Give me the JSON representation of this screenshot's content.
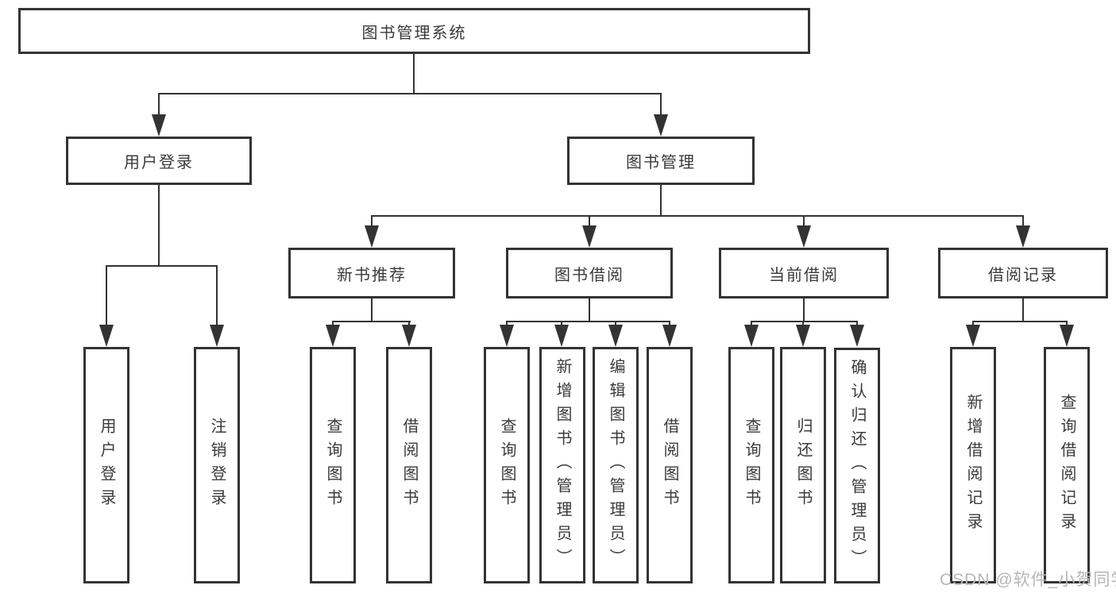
{
  "diagram_title": "图书管理系统",
  "tree": {
    "root": {
      "label": "图书管理系统"
    },
    "children": [
      {
        "label": "用户登录",
        "children": [
          {
            "label": "用户登录"
          },
          {
            "label": "注销登录"
          }
        ]
      },
      {
        "label": "图书管理",
        "children": [
          {
            "label": "新书推荐",
            "children": [
              {
                "label": "查询图书"
              },
              {
                "label": "借阅图书"
              }
            ]
          },
          {
            "label": "图书借阅",
            "children": [
              {
                "label": "查询图书"
              },
              {
                "label": "新增图书（管理员）"
              },
              {
                "label": "编辑图书（管理员）"
              },
              {
                "label": "借阅图书"
              }
            ]
          },
          {
            "label": "当前借阅",
            "children": [
              {
                "label": "查询图书"
              },
              {
                "label": "归还图书"
              },
              {
                "label": "确认归还（管理员）"
              }
            ]
          },
          {
            "label": "借阅记录",
            "children": [
              {
                "label": "新增借阅记录"
              },
              {
                "label": "查询借阅记录"
              }
            ]
          }
        ]
      }
    ]
  },
  "watermark": {
    "text": "CSDN @软件_小贺同学"
  },
  "colors": {
    "line": "#333333",
    "text": "#3a3a3a",
    "background": "#ffffff",
    "watermark": "#b6b6bb"
  }
}
